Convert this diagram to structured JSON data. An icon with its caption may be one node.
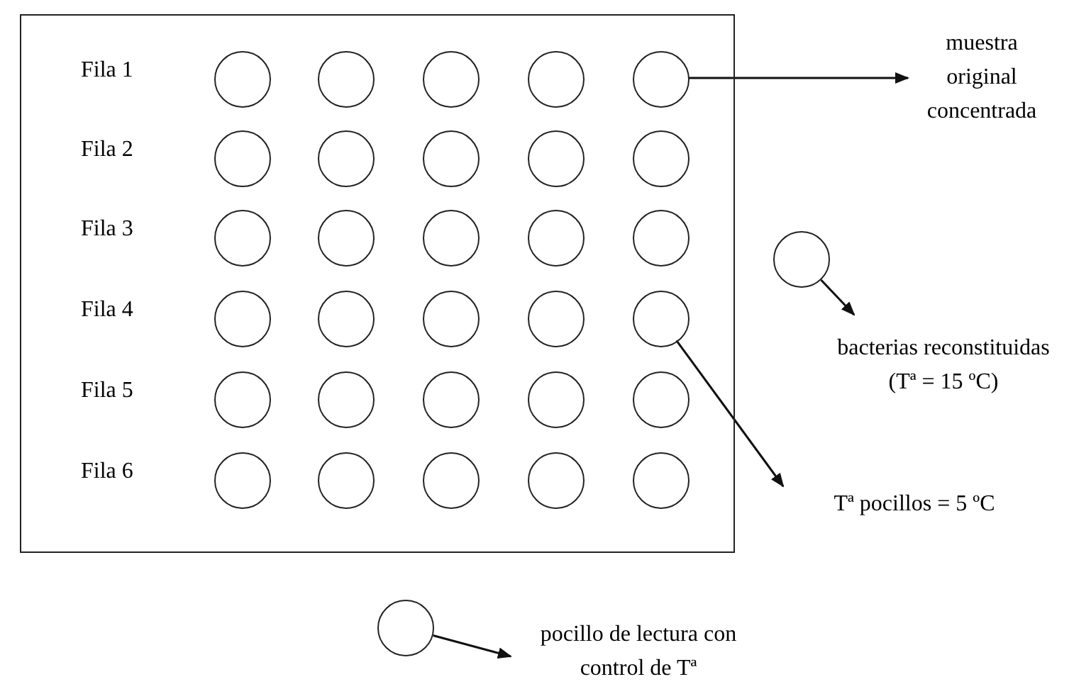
{
  "diagram": {
    "nodes": [
      {
        "text": [],
        "shape": "box"
      },
      {
        "text": [],
        "shape": "circle",
        "in": 0
      },
      {
        "text": [],
        "shape": "circle",
        "in": 0
      },
      {
        "text": [],
        "shape": "circle",
        "in": 0
      },
      {
        "text": [],
        "shape": "circle",
        "in": 0
      },
      {
        "text": [],
        "shape": "circle",
        "in": 0
      },
      {
        "text": [],
        "shape": "circle",
        "in": 0
      },
      {
        "text": [],
        "shape": "circle",
        "in": 0
      },
      {
        "text": [],
        "shape": "circle",
        "in": 0
      },
      {
        "text": [],
        "shape": "circle",
        "in": 0
      },
      {
        "text": [],
        "shape": "circle",
        "in": 0
      },
      {
        "text": [],
        "shape": "circle",
        "in": 0
      },
      {
        "text": [],
        "shape": "circle",
        "in": 0
      },
      {
        "text": [],
        "shape": "circle",
        "in": 0
      },
      {
        "text": [],
        "shape": "circle",
        "in": 0
      },
      {
        "text": [],
        "shape": "circle",
        "in": 0
      },
      {
        "text": [],
        "shape": "circle",
        "in": 0
      },
      {
        "text": [],
        "shape": "circle",
        "in": 0
      },
      {
        "text": [],
        "shape": "circle",
        "in": 0
      },
      {
        "text": [],
        "shape": "circle",
        "in": 0
      },
      {
        "text": [],
        "shape": "circle",
        "in": 0
      },
      {
        "text": [],
        "shape": "circle",
        "in": 0
      },
      {
        "text": [],
        "shape": "circle",
        "in": 0
      },
      {
        "text": [],
        "shape": "circle",
        "in": 0
      },
      {
        "text": [],
        "shape": "circle",
        "in": 0
      },
      {
        "text": [],
        "shape": "circle",
        "in": 0
      },
      {
        "text": [],
        "shape": "circle",
        "in": 0
      },
      {
        "text": [],
        "shape": "circle",
        "in": 0
      },
      {
        "text": [],
        "shape": "circle",
        "in": 0
      },
      {
        "text": [],
        "shape": "circle",
        "in": 0
      },
      {
        "text": [],
        "shape": "circle",
        "in": 0
      },
      {
        "text": [
          "muestra original concentrada"
        ]
      },
      {
        "text": [],
        "shape": "circle"
      },
      {
        "text": [
          "bacterias reconstituidas (Tª = 15 ºC)"
        ]
      },
      {
        "text": [
          "Tª pocillos = 5 ºC"
        ]
      },
      {
        "text": [],
        "shape": "circle"
      },
      {
        "text": [
          "pocillo de lectura con control de Tª"
        ]
      }
    ],
    "edges": [
      {
        "from": 5,
        "to": 31,
        "arrow": "to"
      },
      {
        "from": 32,
        "to": 33,
        "arrow": "to"
      },
      {
        "from": 20,
        "to": 34,
        "arrow": "to"
      },
      {
        "from": 35,
        "to": 36,
        "arrow": "to"
      }
    ],
    "labels": [
      "Fila 1",
      "Fila 2",
      "Fila 3",
      "Fila 4",
      "Fila 5",
      "Fila 6"
    ]
  }
}
